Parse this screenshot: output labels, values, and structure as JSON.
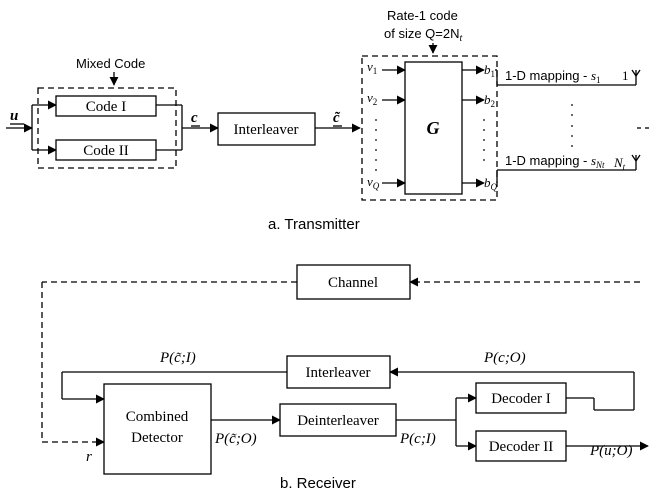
{
  "transmitter": {
    "mixed_code_label": "Mixed Code",
    "input_u": "u",
    "code1": "Code I",
    "code2": "Code II",
    "c_label": "c",
    "interleaver": "Interleaver",
    "c_tilde_label": "c̃",
    "rate1_line1": "Rate-1 code",
    "rate1_line2": "of size Q=2N",
    "rate1_sub": "t",
    "G": "G",
    "v1": "v",
    "v1_sub": "1",
    "v2": "v",
    "v2_sub": "2",
    "vQ": "v",
    "vQ_sub": "Q",
    "b1": "b",
    "b1_sub": "1",
    "b2": "b",
    "b2_sub": "2",
    "bQ": "b",
    "bQ_sub": "Q",
    "mapping1": "1-D mapping - ",
    "s1": "s",
    "s1_sub": "1",
    "ant1": "1",
    "mapping2": "1-D mapping - ",
    "sNt": "s",
    "sNt_sub": "Nt",
    "antN": "N",
    "antN_sub": "t",
    "caption": "a. Transmitter"
  },
  "receiver": {
    "channel": "Channel",
    "interleaver": "Interleaver",
    "combined_detector_l1": "Combined",
    "combined_detector_l2": "Detector",
    "deinterleaver": "Deinterleaver",
    "decoder1": "Decoder I",
    "decoder2": "Decoder II",
    "p_ctilde_I": "P(c̃;I)",
    "p_c_O": "P(c;O)",
    "p_ctilde_O": "P(c̃;O)",
    "p_c_I": "P(c;I)",
    "p_u_O": "P(u;O)",
    "r_label": "r",
    "caption": "b. Receiver"
  }
}
